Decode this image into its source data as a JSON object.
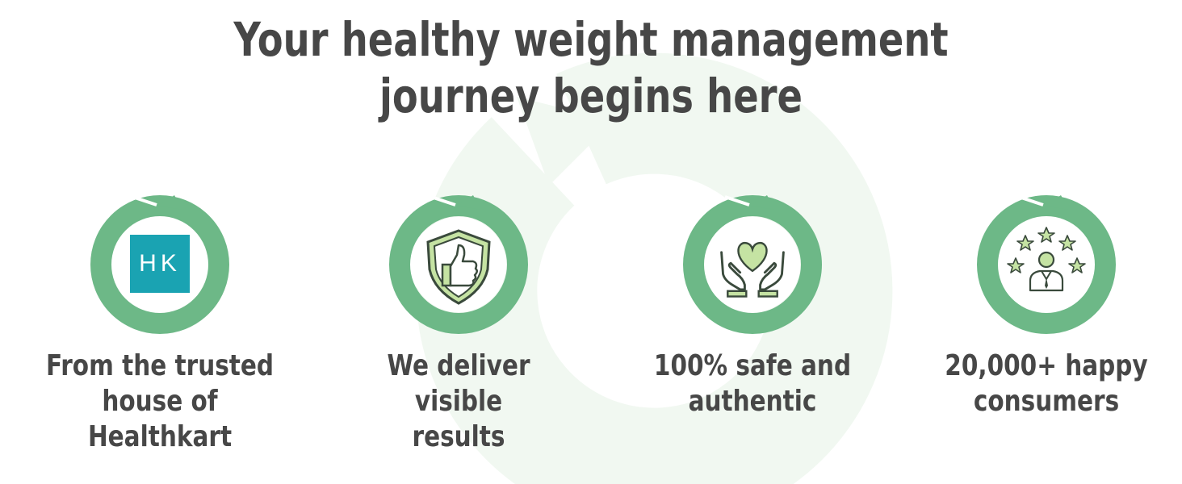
{
  "headline": {
    "line1": "Your healthy weight management",
    "line2": "journey begins here"
  },
  "colors": {
    "ring": "#6db887",
    "ring_light": "#f1f8f1",
    "text": "#474747",
    "hk_tile": "#1aa3b2",
    "icon_fill": "#c5e3a3",
    "icon_stroke": "#3a4a3c"
  },
  "features": [
    {
      "icon": "healthkart-logo-icon",
      "logo_text": "HK",
      "line1": "From the trusted",
      "line2": "house of Healthkart"
    },
    {
      "icon": "thumbs-up-shield-icon",
      "line1": "We deliver visible",
      "line2": "results"
    },
    {
      "icon": "heart-in-hands-icon",
      "line1": "100% safe and",
      "line2": "authentic"
    },
    {
      "icon": "happy-consumer-stars-icon",
      "line1": "20,000+ happy",
      "line2": "consumers"
    }
  ]
}
